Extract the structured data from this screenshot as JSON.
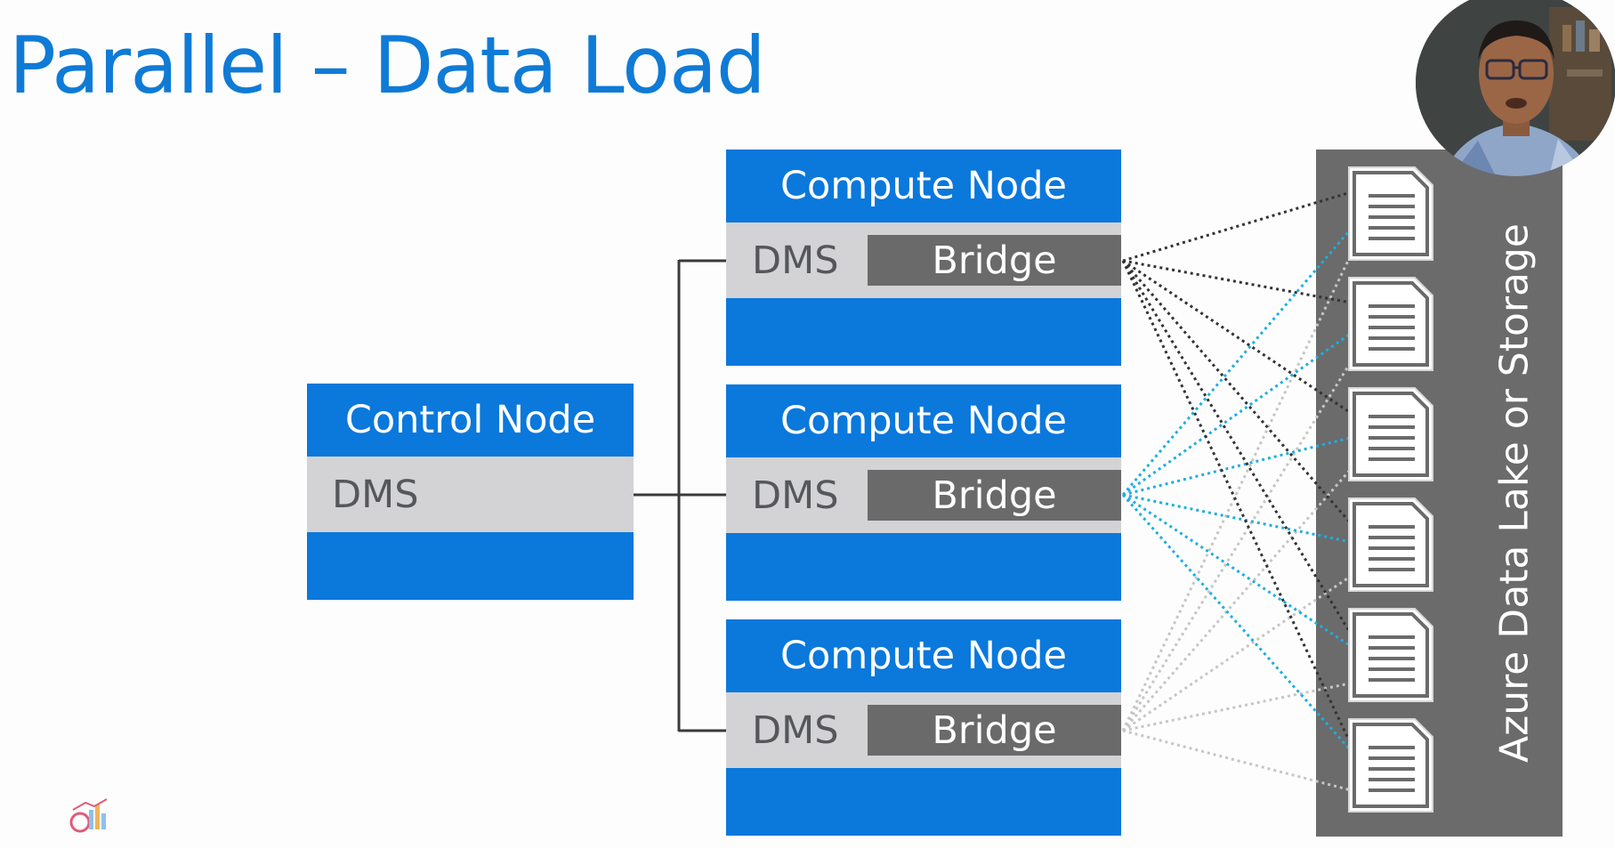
{
  "title": "Parallel – Data Load",
  "control_node": {
    "header": "Control Node",
    "dms": "DMS"
  },
  "compute_nodes": [
    {
      "header": "Compute Node",
      "dms": "DMS",
      "bridge": "Bridge"
    },
    {
      "header": "Compute Node",
      "dms": "DMS",
      "bridge": "Bridge"
    },
    {
      "header": "Compute Node",
      "dms": "DMS",
      "bridge": "Bridge"
    }
  ],
  "storage": {
    "label": "Azure Data Lake or Storage",
    "document_count": 6,
    "icon": "document-icon"
  },
  "colors": {
    "title": "#0f7bd6",
    "node_blue": "#0b78dc",
    "band_gray": "#d3d3d5",
    "bridge_gray": "#6a6a6a",
    "storage_gray": "#6b6b6b",
    "link_node1": "#333333",
    "link_node2": "#1faee0",
    "link_node3": "#c6c6c6"
  }
}
